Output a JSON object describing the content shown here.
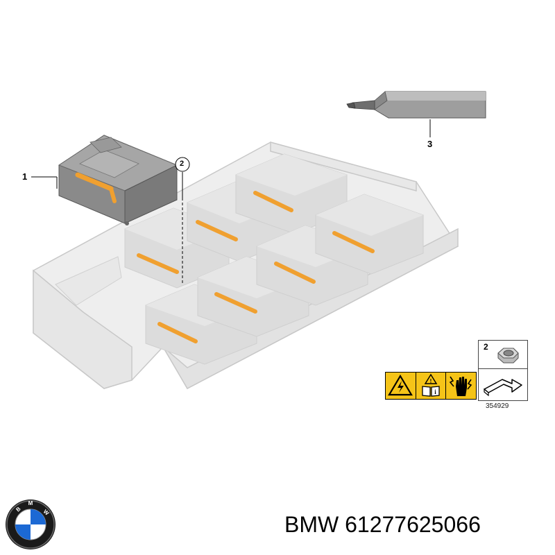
{
  "callouts": {
    "module": "1",
    "nut": "2",
    "tool": "3"
  },
  "parts_box": {
    "item_number": "2"
  },
  "reference_number": "354929",
  "brand": {
    "logo_letters": "BMW",
    "caption": "BMW 61277625066"
  },
  "colors": {
    "battery_gray": "#e3e3e3",
    "module_dark": "#8a8a8a",
    "connector_orange": "#f0a030",
    "warning_yellow": "#f5c418",
    "logo_blue": "#1c69d4"
  },
  "icons": {
    "warning": [
      "high-voltage-warning-icon",
      "read-manual-icon",
      "hand-shock-icon"
    ],
    "part_box": [
      "nut-icon",
      "arrow-step-icon"
    ]
  }
}
